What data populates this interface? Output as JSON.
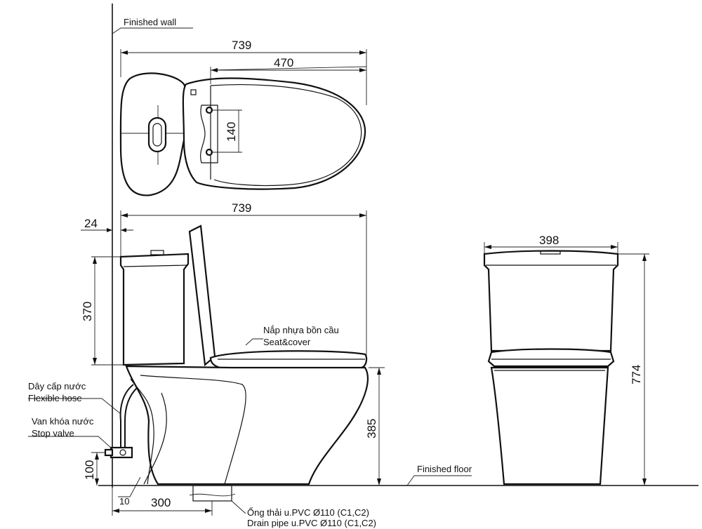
{
  "labels": {
    "finished_wall": "Finished wall",
    "finished_floor": "Finished floor",
    "seat_vn": "Nắp nhựa bồn cầu",
    "seat_en": "Seat&cover",
    "hose_vn": "Dây cấp nước",
    "hose_en": "Flexible hose",
    "valve_vn": "Van khóa nước",
    "valve_en": "Stop valve",
    "drain_vn": "Ống thải u.PVC Ø110 (C1,C2)",
    "drain_en": "Drain pipe u.PVC Ø110 (C1,C2)"
  },
  "dimensions": {
    "top_length": "739",
    "top_seat": "470",
    "bolt_spacing": "140",
    "side_length": "739",
    "wall_gap": "24",
    "tank_height": "370",
    "seat_height": "385",
    "valve_height": "100",
    "rough_in": "300",
    "small_offset": "10",
    "front_width": "398",
    "total_height": "774"
  }
}
